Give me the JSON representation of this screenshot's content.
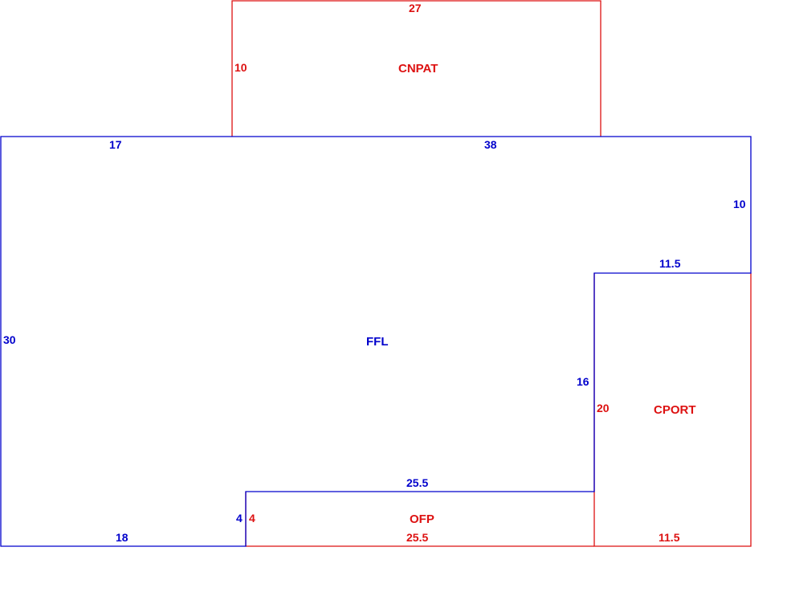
{
  "colors": {
    "living": "#0000cc",
    "addition": "#dd1111",
    "background": "#ffffff"
  },
  "areas": {
    "cnpat": "CNPAT",
    "ffl": "FFL",
    "cport": "CPORT",
    "ofp": "OFP"
  },
  "dimensions": {
    "cnpat_top": "27",
    "cnpat_left": "10",
    "ffl_top_left": "17",
    "ffl_top_right": "38",
    "ffl_right_upper": "10",
    "ffl_step": "11.5",
    "ffl_left": "30",
    "ffl_inner_vertical": "16",
    "cport_left": "20",
    "ffl_inner_bottom": "25.5",
    "ffl_step_small": "4",
    "ofp_left": "4",
    "ffl_bottom": "18",
    "ofp_bottom": "25.5",
    "cport_bottom": "11.5"
  }
}
